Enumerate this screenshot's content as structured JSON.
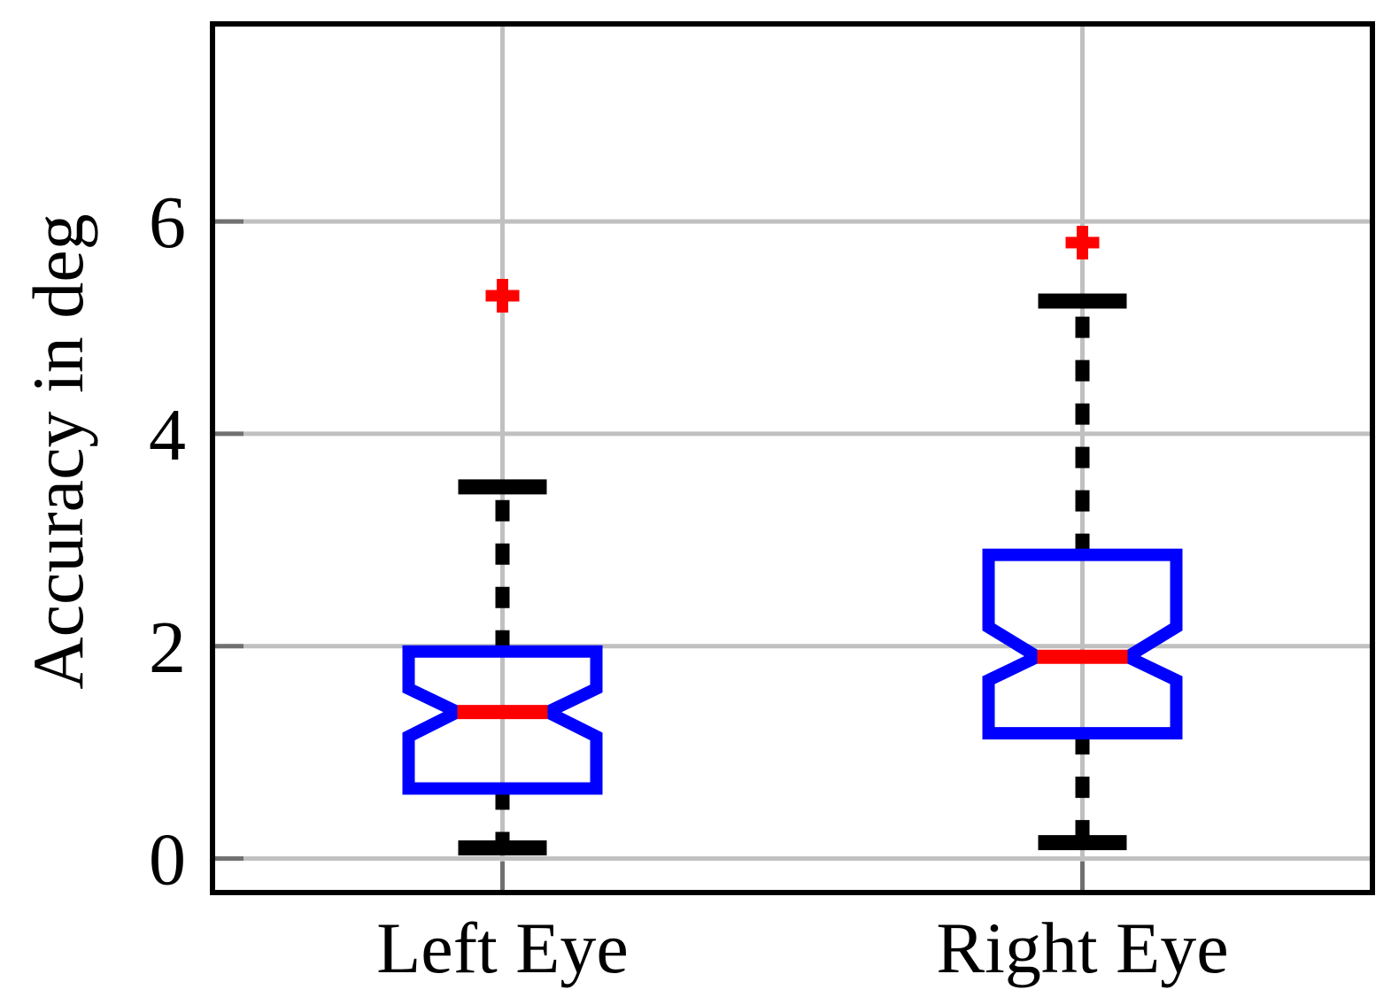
{
  "figure": {
    "background": "#ffffff"
  },
  "chart_data": {
    "type": "boxplot",
    "notched": true,
    "title": "",
    "xlabel": "",
    "ylabel": "Accuracy in deg",
    "categories": [
      "Left Eye",
      "Right Eye"
    ],
    "positions": [
      1,
      2
    ],
    "xlim": [
      0.5,
      2.5
    ],
    "ylim": [
      -0.32,
      7.86
    ],
    "yticks": [
      0,
      2,
      4,
      6
    ],
    "grid": true,
    "legend": false,
    "series": [
      {
        "name": "Left Eye",
        "whisker_low": 0.1,
        "q1": 0.66,
        "median": 1.38,
        "q3": 1.95,
        "whisker_high": 3.5,
        "notch_low": 1.15,
        "notch_high": 1.6,
        "outliers": [
          5.3
        ]
      },
      {
        "name": "Right Eye",
        "whisker_low": 0.15,
        "q1": 1.18,
        "median": 1.9,
        "q3": 2.86,
        "whisker_high": 5.25,
        "notch_low": 1.68,
        "notch_high": 2.18,
        "outliers": [
          5.8
        ]
      }
    ],
    "colors": {
      "box": "#0000ff",
      "median": "#ff0000",
      "outlier_marker": "#ff0000",
      "whisker": "#000000",
      "cap": "#000000",
      "grid": "#c0c0c0",
      "tick": "#707070",
      "axis_border": "#000000",
      "text": "#000000"
    }
  }
}
